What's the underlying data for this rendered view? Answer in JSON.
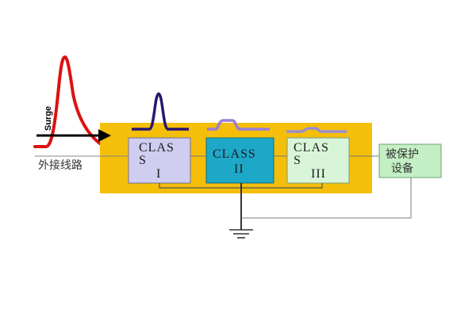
{
  "surge_label": "Surge",
  "input_line_label": "外接线路",
  "modules": [
    {
      "line1": "CLAS",
      "line2": "S",
      "line3": "I",
      "fill": "#cfcdf0"
    },
    {
      "line1": "CLASS",
      "line2": "II",
      "fill": "#1ea8c8"
    },
    {
      "line1": "CLAS",
      "line2": "S",
      "line3": "III",
      "fill": "#d8f5d8"
    }
  ],
  "protected_equipment": {
    "line1": "被保护",
    "line2": "设备",
    "fill": "#c4efc4"
  },
  "colors": {
    "enclosure": "#f5be08",
    "surge_wave": "#dd1111",
    "pulse_class1": "#2a1670",
    "pulse_class2": "#9a7ed8",
    "pulse_class3": "#9a8ed0",
    "wire": "#555555"
  }
}
